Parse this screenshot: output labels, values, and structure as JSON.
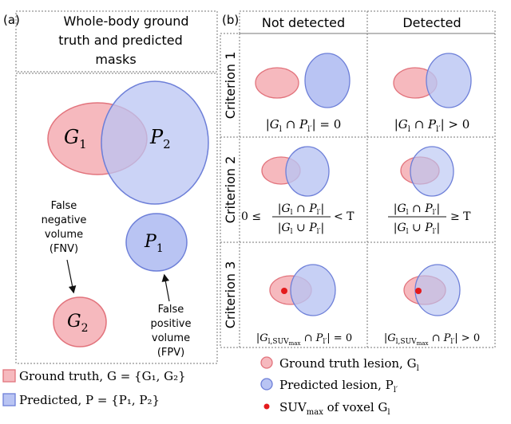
{
  "panel_a": {
    "tag": "(a)",
    "title_line1": "Whole-body ground",
    "title_line2": "truth and predicted",
    "title_line3": "masks",
    "g1": "G",
    "g1_sub": "1",
    "p2": "P",
    "p2_sub": "2",
    "p1": "P",
    "p1_sub": "1",
    "g2": "G",
    "g2_sub": "2",
    "fnv_line1": "False",
    "fnv_line2": "negative",
    "fnv_line3": "volume",
    "fnv_line4": "(FNV)",
    "fpv_line1": "False",
    "fpv_line2": "positive",
    "fpv_line3": "volume",
    "fpv_line4": "(FPV)"
  },
  "panel_b": {
    "tag": "(b)",
    "col_not_detected": "Not detected",
    "col_detected": "Detected",
    "criterion1": "Criterion 1",
    "criterion2": "Criterion 2",
    "criterion3": "Criterion 3",
    "c1_nd": "|G∩P| = 0",
    "c1_d": "|G∩P| > 0",
    "c2_nd_prefix": "0 ≤",
    "c2_num": "|G∩P|",
    "c2_den": "|G∪P|",
    "c2_nd_suffix": "< T",
    "c2_d_suffix": "≥ T",
    "c3_nd": "|G∩P| = 0",
    "c3_d": "|G∩P| > 0",
    "sub_l": "l",
    "sub_lp": "l′",
    "sub_suv": "l,SUV",
    "sub_max": "max"
  },
  "legend_left": {
    "ground_truth": "Ground truth, G = {G₁, G₂}",
    "predicted": "Predicted, P = {P₁, P₂}"
  },
  "legend_right": {
    "gt_lesion": "Ground truth lesion, G",
    "pred_lesion": "Predicted lesion, P",
    "suv": "SUV",
    "suv_sub": "max",
    "suv_rest": "of voxel G",
    "l": "l",
    "lp": "l′"
  },
  "colors": {
    "gt_fill": "#f6b9be",
    "gt_stroke": "#e2737c",
    "pred_fill": "#b9c4f3",
    "pred_stroke": "#6d7fd8",
    "overlap_fill": "#c8a9d6",
    "suv_dot": "#e41a1c",
    "frame": "#777777"
  }
}
